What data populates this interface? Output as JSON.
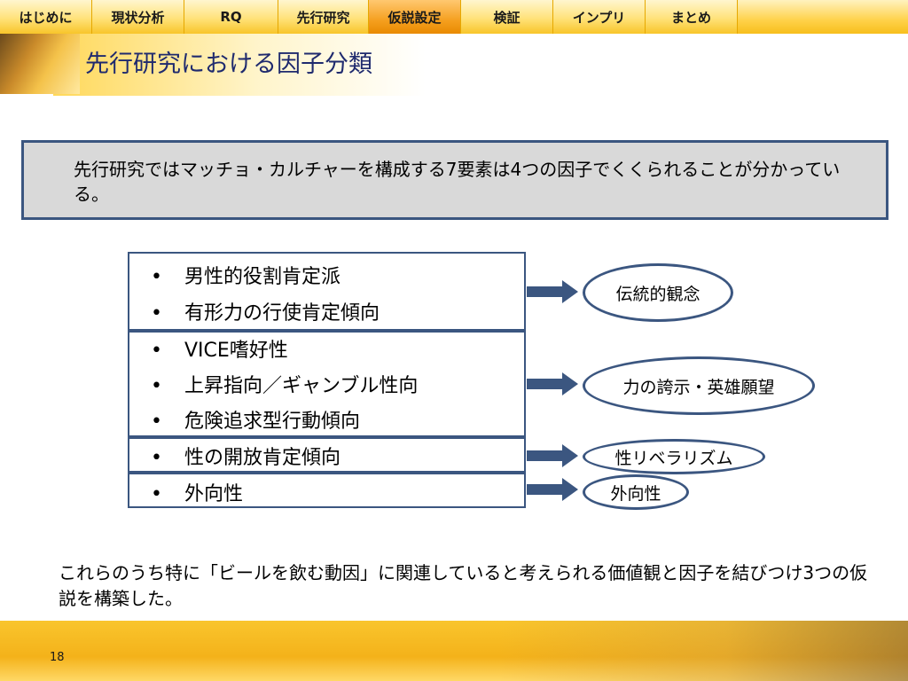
{
  "nav": {
    "tabs": [
      {
        "label": "はじめに",
        "active": false
      },
      {
        "label": "現状分析",
        "active": false
      },
      {
        "label": "RQ",
        "active": false
      },
      {
        "label": "先行研究",
        "active": false
      },
      {
        "label": "仮説設定",
        "active": true
      },
      {
        "label": "検証",
        "active": false
      },
      {
        "label": "インプリ",
        "active": false
      },
      {
        "label": "まとめ",
        "active": false
      }
    ]
  },
  "slide": {
    "title": "先行研究における因子分類",
    "summary": "先行研究ではマッチョ・カルチャーを構成する7要素は4つの因子でくくられることが分かっている。",
    "groups": [
      {
        "items": [
          "男性的役割肯定派",
          "有形力の行使肯定傾向"
        ],
        "factor": "伝統的観念"
      },
      {
        "items": [
          "VICE嗜好性",
          "上昇指向／ギャンブル性向",
          "危険追求型行動傾向"
        ],
        "factor": "力の誇示・英雄願望"
      },
      {
        "items": [
          "性の開放肯定傾向"
        ],
        "factor": "性リベラリズム"
      },
      {
        "items": [
          "外向性"
        ],
        "factor": "外向性"
      }
    ],
    "bullet": "•",
    "conclusion": "これらのうち特に「ビールを飲む動因」に関連していると考えられる価値観と因子を結びつけ3つの仮説を構築した。",
    "page_number": "18"
  },
  "colors": {
    "border": "#3b5680",
    "title": "#1f2a6e",
    "arrow": "#3b5680",
    "nav_active": "#f5a020",
    "nav": "#ffd24a"
  }
}
